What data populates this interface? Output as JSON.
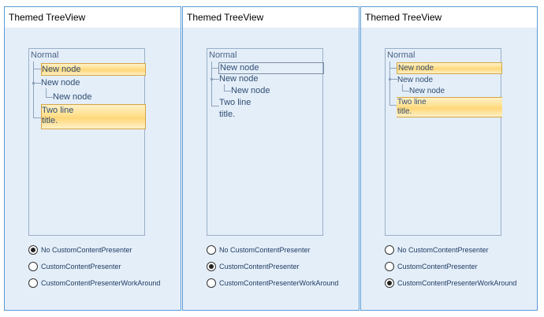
{
  "panels": [
    {
      "header": "Themed TreeView",
      "tree": {
        "title": "Normal",
        "nodes": [
          "New node",
          "New node",
          "New node",
          "Two line",
          "title."
        ]
      },
      "radios": [
        {
          "label": "No CustomContentPresenter",
          "checked": true
        },
        {
          "label": "CustomContentPresenter",
          "checked": false
        },
        {
          "label": "CustomContentPresenterWorkAround",
          "checked": false
        }
      ]
    },
    {
      "header": "Themed TreeView",
      "tree": {
        "title": "Normal",
        "nodes": [
          "New node",
          "New node",
          "New node",
          "Two line",
          "title."
        ]
      },
      "radios": [
        {
          "label": "No CustomContentPresenter",
          "checked": false
        },
        {
          "label": "CustomContentPresenter",
          "checked": true
        },
        {
          "label": "CustomContentPresenterWorkAround",
          "checked": false
        }
      ]
    },
    {
      "header": "Themed TreeView",
      "tree": {
        "title": "Normal",
        "nodes": [
          "New node",
          "New node",
          "New node",
          "Two line",
          "title."
        ]
      },
      "radios": [
        {
          "label": "No CustomContentPresenter",
          "checked": false
        },
        {
          "label": "CustomContentPresenter",
          "checked": false
        },
        {
          "label": "CustomContentPresenterWorkAround",
          "checked": true
        }
      ]
    }
  ],
  "colors": {
    "panel_border": "#5b9bd5",
    "panel_bg": "#e4eef9",
    "selection": "#ffdf8c",
    "text": "#2f4d72"
  }
}
